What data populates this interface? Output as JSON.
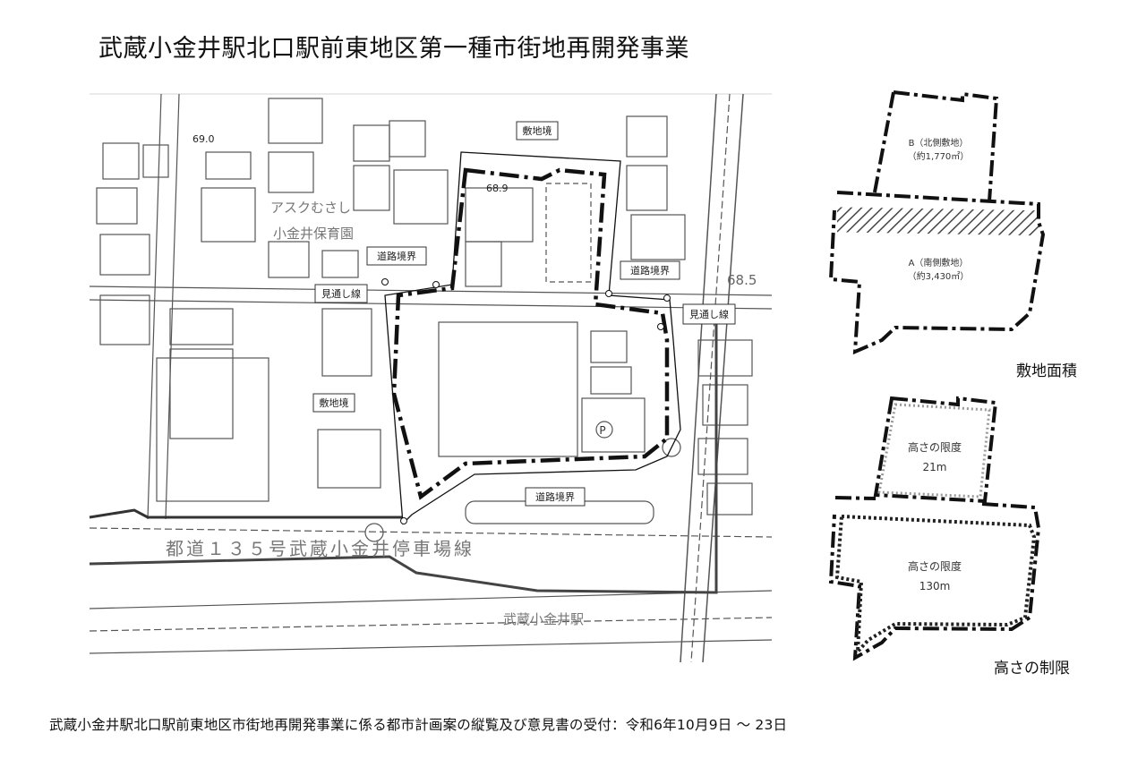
{
  "title": "武蔵小金井駅北口駅前東地区第一種市街地再開発事業",
  "map": {
    "labels": {
      "site_boundary_top": "敷地境",
      "site_boundary_left": "敷地境",
      "road_boundary_left": "道路境界",
      "road_boundary_right": "道路境界",
      "road_boundary_bottom": "道路境界",
      "sightline_left": "見通し線",
      "sightline_right": "見通し線"
    },
    "elevations": [
      "69.0",
      "68.9",
      "68.5"
    ],
    "places": {
      "nursery_line1": "アスクむさし",
      "nursery_line2": "小金井保育園",
      "road_name": "都道１３５号武蔵小金井停車場線",
      "station": "武蔵小金井駅"
    }
  },
  "site_area": {
    "caption": "敷地面積",
    "b_label": "B（北側敷地）",
    "b_area": "（約1,770㎡）",
    "a_label": "A（南側敷地）",
    "a_area": "（約3,430㎡）"
  },
  "height_limit": {
    "caption": "高さの制限",
    "north_label": "高さの限度",
    "north_value": "21m",
    "south_label": "高さの限度",
    "south_value": "130m"
  },
  "footer": "武蔵小金井駅北口駅前東地区市街地再開発事業に係る都市計画案の縦覧及び意見書の受付：令和6年10月9日 ～ 23日"
}
